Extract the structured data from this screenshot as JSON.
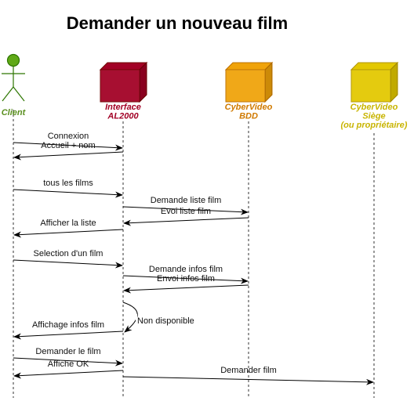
{
  "title": "Demander un nouveau film",
  "participants": [
    {
      "id": "client",
      "kind": "actor",
      "lines": [
        "Client"
      ],
      "color": "#5a8f1f",
      "fill": "#60a917",
      "stroke": "#2d7600"
    },
    {
      "id": "interface",
      "kind": "box",
      "lines": [
        "Interface",
        "AL2000"
      ],
      "color": "#a20025",
      "fill": "#a20025",
      "stroke": "#6f0000"
    },
    {
      "id": "bdd",
      "kind": "box",
      "lines": [
        "CyberVideo",
        "BDD"
      ],
      "color": "#d07a00",
      "fill": "#f0a30a",
      "stroke": "#bd7000"
    },
    {
      "id": "siege",
      "kind": "box",
      "lines": [
        "CyberVideo",
        "Siège",
        "(ou propriétaire)"
      ],
      "color": "#c8b400",
      "fill": "#e3c800",
      "stroke": "#b09500"
    }
  ],
  "messages": [
    {
      "from": "client",
      "to": "interface",
      "label": "Connexion"
    },
    {
      "from": "interface",
      "to": "client",
      "label": "Accueil + nom"
    },
    {
      "from": "client",
      "to": "interface",
      "label": "tous les films"
    },
    {
      "from": "interface",
      "to": "bdd",
      "label": "Demande liste film"
    },
    {
      "from": "bdd",
      "to": "interface",
      "label": "Evoi liste film"
    },
    {
      "from": "interface",
      "to": "client",
      "label": "Afficher la liste"
    },
    {
      "from": "client",
      "to": "interface",
      "label": "Selection d'un film"
    },
    {
      "from": "interface",
      "to": "bdd",
      "label": "Demande infos film"
    },
    {
      "from": "bdd",
      "to": "interface",
      "label": "Envoi infos film"
    },
    {
      "from": "interface",
      "to": "interface",
      "label": "Non disponible"
    },
    {
      "from": "interface",
      "to": "client",
      "label": "Affichage infos film"
    },
    {
      "from": "client",
      "to": "interface",
      "label": "Demander le film"
    },
    {
      "from": "interface",
      "to": "siege",
      "label": "Demander film"
    },
    {
      "from": "interface",
      "to": "client",
      "label": "Affiche OK"
    }
  ]
}
